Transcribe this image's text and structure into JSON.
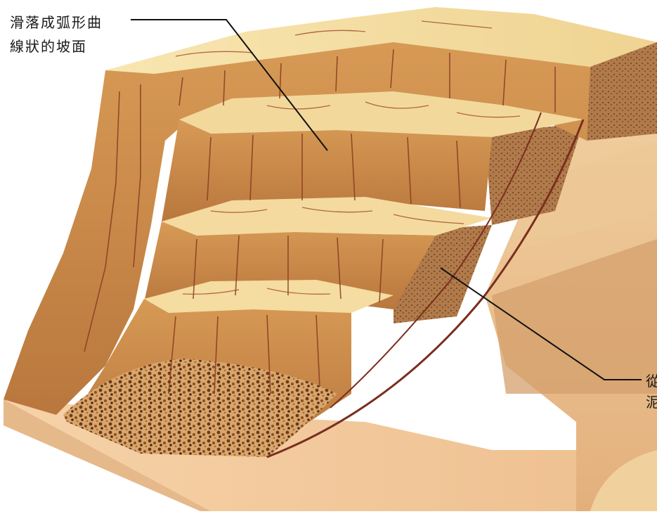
{
  "labels": {
    "top_left": {
      "line1": "滑落成弧形曲",
      "line2": "線狀的坡面"
    },
    "right": {
      "line1": "從",
      "line2": "泥"
    }
  },
  "colors": {
    "sand_light": "#f6e3ab",
    "sand_mid": "#e7b874",
    "rock_face": "#c98a45",
    "rock_dark": "#9c5a2a",
    "crack": "#8a3a22",
    "block_front": "#f3c89b",
    "block_side": "#dda878",
    "debris": "#6b3a20",
    "leader_line": "#111111"
  }
}
